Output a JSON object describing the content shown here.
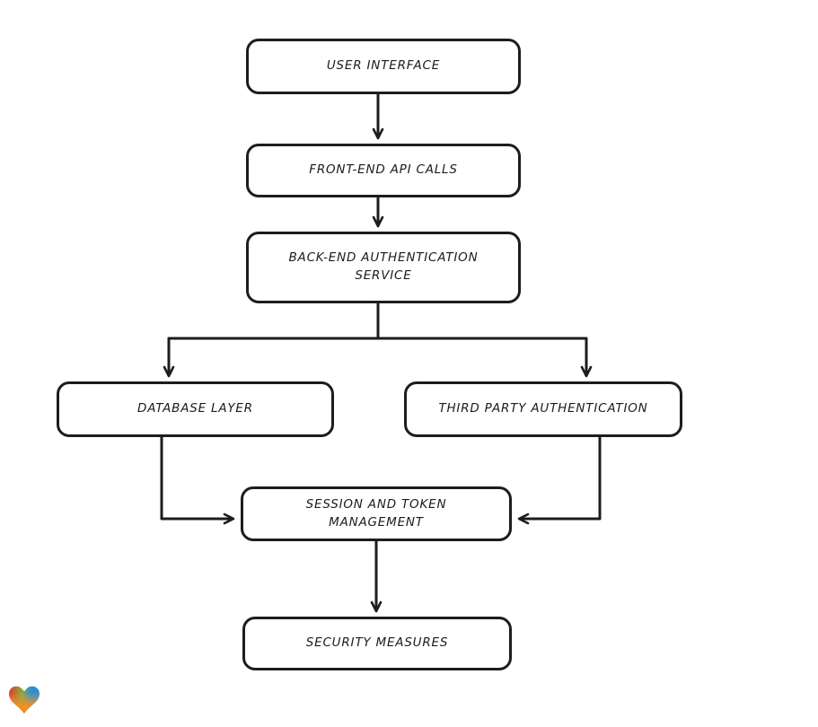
{
  "diagram": {
    "title": "",
    "stroke_color": "#1d1d1d",
    "node_fill": "#ffffff",
    "background": "#ffffff",
    "nodes": [
      {
        "id": "user-interface",
        "label": "USER INTERFACE"
      },
      {
        "id": "front-end-api-calls",
        "label": "FRONT-END API CALLS"
      },
      {
        "id": "back-end-authentication-service",
        "label": "BACK-END AUTHENTICATION SERVICE"
      },
      {
        "id": "database-layer",
        "label": "DATABASE LAYER"
      },
      {
        "id": "third-party-authentication",
        "label": "THIRD PARTY AUTHENTICATION"
      },
      {
        "id": "session-and-token-management",
        "label": "SESSION AND TOKEN MANAGEMENT"
      },
      {
        "id": "security-measures",
        "label": "SECURITY MEASURES"
      }
    ],
    "edges": [
      {
        "from": "user-interface",
        "to": "front-end-api-calls"
      },
      {
        "from": "front-end-api-calls",
        "to": "back-end-authentication-service"
      },
      {
        "from": "back-end-authentication-service",
        "to": "database-layer"
      },
      {
        "from": "back-end-authentication-service",
        "to": "third-party-authentication"
      },
      {
        "from": "database-layer",
        "to": "session-and-token-management"
      },
      {
        "from": "third-party-authentication",
        "to": "session-and-token-management"
      },
      {
        "from": "session-and-token-management",
        "to": "security-measures"
      }
    ]
  },
  "watermark": {
    "icon": "heart-icon",
    "colors": {
      "red": "#e23a2b",
      "green": "#8aa83c",
      "blue": "#2e8fd0",
      "orange": "#f08e27"
    }
  }
}
